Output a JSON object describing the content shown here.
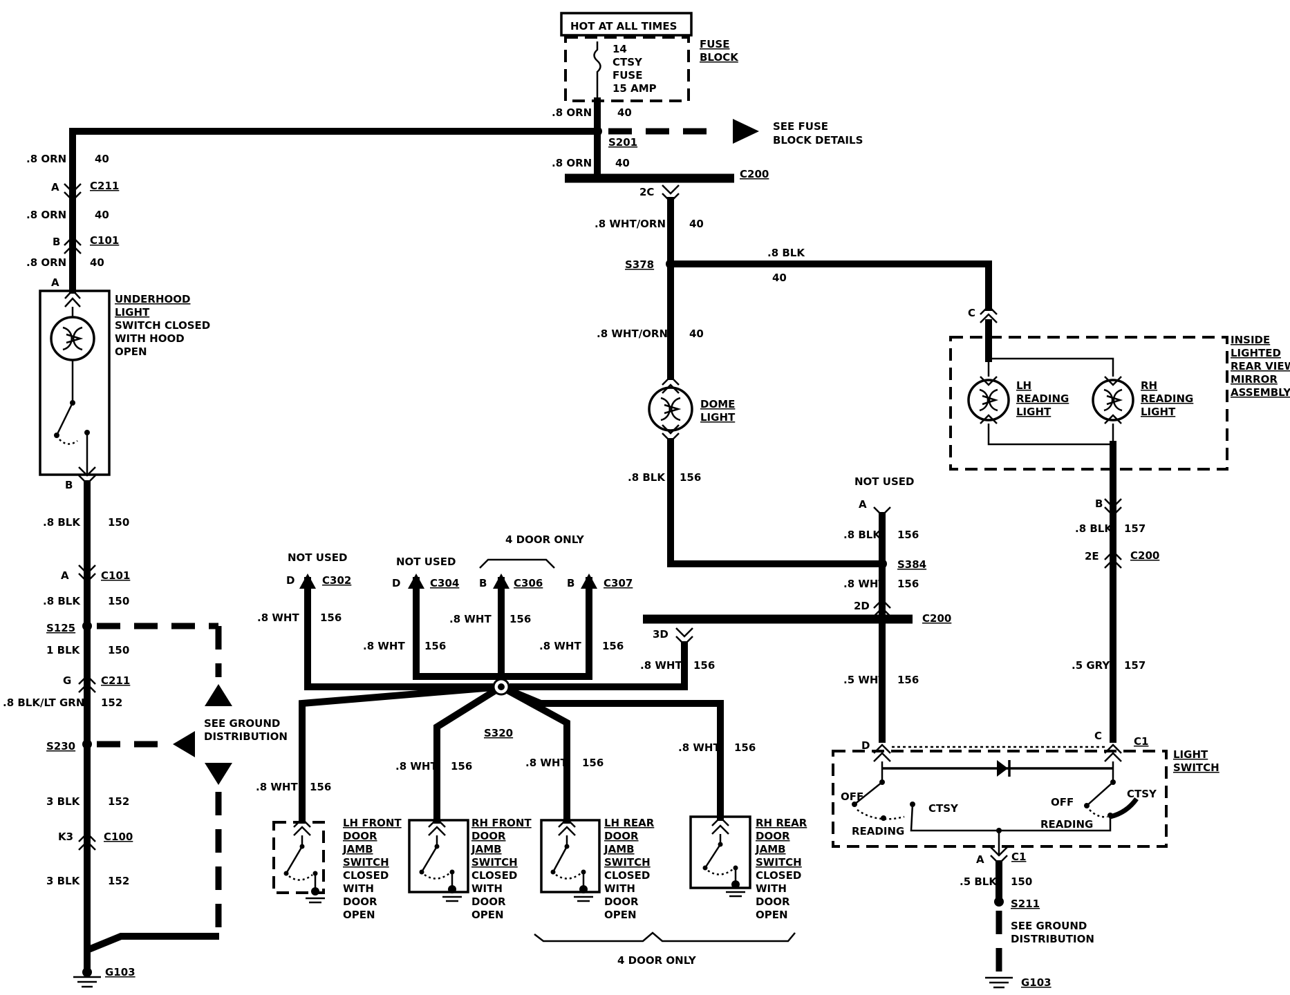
{
  "fuse": {
    "header": "HOT AT ALL TIMES",
    "l1": "14",
    "l2": "CTSY",
    "l3": "FUSE",
    "l4": "15 AMP",
    "block1": "FUSE",
    "block2": "BLOCK"
  },
  "seefuse": {
    "l1": "SEE FUSE",
    "l2": "BLOCK DETAILS"
  },
  "notused": "NOT USED",
  "fourdoor": "4 DOOR ONLY",
  "seeground": {
    "l1": "SEE GROUND",
    "l2": "DISTRIBUTION"
  },
  "gauge": {
    "orn": ".8 ORN",
    "whtorn": ".8 WHT/ORN",
    "blk": ".8 BLK",
    "wht": ".8 WHT",
    "wht5": ".5 WHT",
    "gry": ".5 GRY",
    "blk5": ".5 BLK",
    "blk1": "1 BLK",
    "blk3": "3 BLK",
    "blklt": ".8 BLK/LT GRN"
  },
  "circuit": {
    "c40": "40",
    "c150": "150",
    "c152": "152",
    "c156": "156",
    "c157": "157"
  },
  "conn": {
    "C211": "C211",
    "C101": "C101",
    "C200": "C200",
    "C100": "C100",
    "C302": "C302",
    "C304": "C304",
    "C306": "C306",
    "C307": "C307",
    "C1": "C1",
    "S201": "S201",
    "S378": "S378",
    "S384": "S384",
    "S125": "S125",
    "S230": "S230",
    "S320": "S320",
    "S211": "S211",
    "G103": "G103"
  },
  "pin": {
    "A": "A",
    "B": "B",
    "C": "C",
    "D": "D",
    "G": "G",
    "K3": "K3",
    "p2C": "2C",
    "p2D": "2D",
    "p3D": "3D",
    "p2E": "2E"
  },
  "underhood": {
    "l1": "UNDERHOOD",
    "l2": "LIGHT",
    "l3": "SWITCH CLOSED",
    "l4": "WITH HOOD",
    "l5": "OPEN"
  },
  "dome": {
    "l1": "DOME",
    "l2": "LIGHT"
  },
  "mirror": {
    "l1": "INSIDE",
    "l2": "LIGHTED",
    "l3": "REAR VIEW",
    "l4": "MIRROR",
    "l5": "ASSEMBLY"
  },
  "lhread": {
    "l1": "LH",
    "l2": "READING",
    "l3": "LIGHT"
  },
  "rhread": {
    "l1": "RH",
    "l2": "READING",
    "l3": "LIGHT"
  },
  "lightswitch": {
    "l1": "LIGHT",
    "l2": "SWITCH",
    "off": "OFF",
    "ctsy": "CTSY",
    "reading": "READING"
  },
  "doors": {
    "lhf": "LH FRONT",
    "rhf": "RH FRONT",
    "lhr": "LH REAR",
    "rhr": "RH REAR",
    "door": "DOOR",
    "jamb": "JAMB",
    "switch": "SWITCH",
    "closed": "CLOSED",
    "with": "WITH",
    "open": "OPEN"
  }
}
